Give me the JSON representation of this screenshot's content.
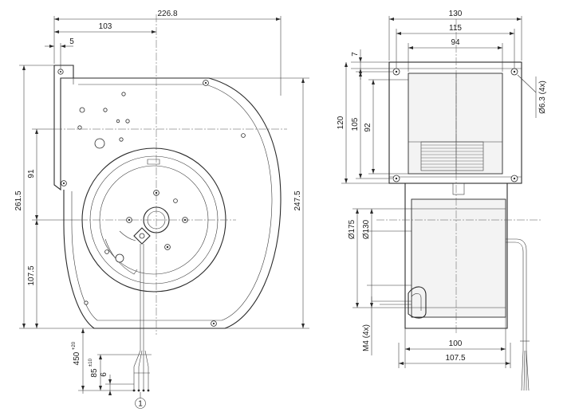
{
  "dimensions": {
    "front": {
      "overall_width": "226.8",
      "to_outlet_center": "103",
      "flange_offset": "5",
      "overall_height": "261.5",
      "outlet_center_to_hub": "91",
      "hub_to_bottom": "107.5",
      "housing_height": "247.5",
      "lead_length": "450",
      "lead_length_tol": "+20",
      "strip_length": "85",
      "strip_length_tol": "±10",
      "wire_end": "6"
    },
    "side": {
      "flange_width": "130",
      "hole_spacing_h": "115",
      "outlet_width": "94",
      "flange_offset": "7",
      "flange_height": "120",
      "hole_spacing_v": "105",
      "outlet_height": "92",
      "hole_size": "Ø6.3 (4x)",
      "motor_dia_outer": "Ø175",
      "motor_dia_inner": "Ø130",
      "mount_thread": "M4 (4x)",
      "mount_spacing": "100",
      "mount_outer": "107.5"
    }
  },
  "callout": "1",
  "colors": {
    "line": "#2a2a2a",
    "shade": "#f3f3f3"
  }
}
